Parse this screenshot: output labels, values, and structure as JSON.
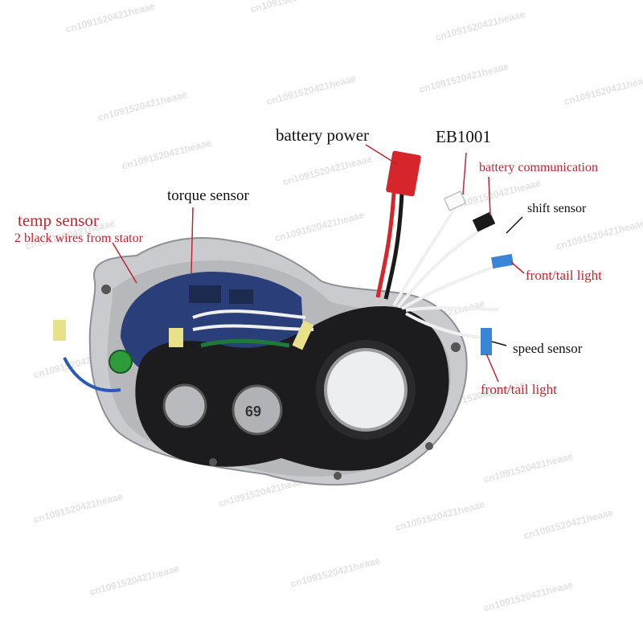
{
  "labels": {
    "battery_power": "battery power",
    "eb_code": "EB1001",
    "battery_communication": "battery communication",
    "torque_sensor": "torque sensor",
    "shift_sensor": "shift sensor",
    "temp_sensor": "temp sensor",
    "stator_wires": "2 black wires from stator",
    "front_tail_light_1": "front/tail light",
    "speed_sensor": "speed sensor",
    "front_tail_light_2": "front/tail light"
  },
  "watermark": "cn1091520421heaae",
  "photo_markings": {
    "cap_marking": "69"
  },
  "colors": {
    "label_red": "#c0262e",
    "label_black": "#111111",
    "connector_red": "#d6252b",
    "connector_blue": "#3a86d6",
    "connector_yellow": "#e9e08a",
    "connector_green": "#1f7a3a",
    "housing_silver": "#c9cbcf",
    "cover_black": "#1c1c1e",
    "pcb_blue": "#2a3f7a"
  }
}
